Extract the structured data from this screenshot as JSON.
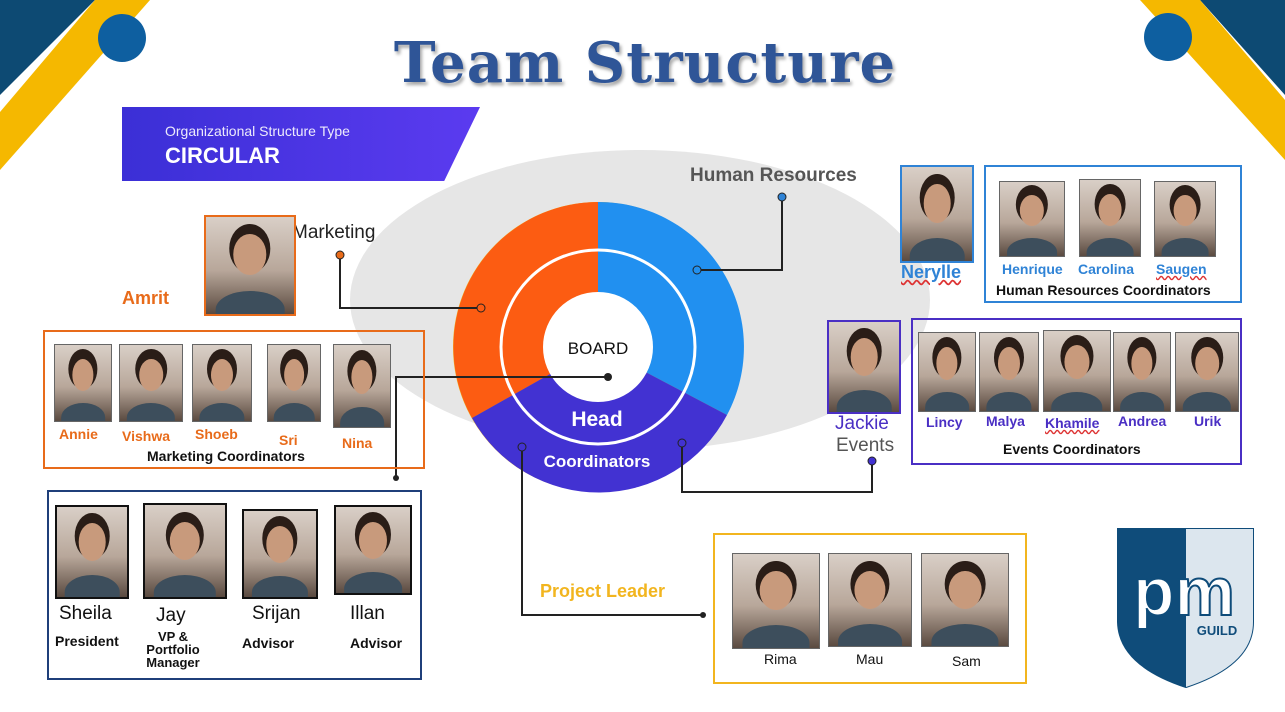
{
  "title": "Team Structure",
  "banner": {
    "subtitle": "Organizational Structure Type",
    "type": "CIRCULAR"
  },
  "center": {
    "board": "BOARD",
    "head": "Head",
    "coordinators": "Coordinators"
  },
  "segments": {
    "marketing": {
      "label": "Marketing",
      "color": "#fc5c12"
    },
    "hr": {
      "label": "Human Resources",
      "color": "#2190f0"
    },
    "events": {
      "label": "Events",
      "color": "#4232d2"
    },
    "project": {
      "label": "Project Leader",
      "color": "#f2b51f"
    }
  },
  "marketing": {
    "lead": "Amrit",
    "coordinators_title": "Marketing Coordinators",
    "members": [
      "Annie",
      "Vishwa",
      "Shoeb",
      "Sri",
      "Nina"
    ]
  },
  "hr": {
    "lead": "Nerylle",
    "coordinators_title": "Human Resources Coordinators",
    "members": [
      "Henrique",
      "Carolina",
      "Saugen"
    ]
  },
  "events": {
    "lead": "Jackie",
    "coordinators_title": "Events Coordinators",
    "members": [
      "Lincy",
      "Malya",
      "Khamile",
      "Andrea",
      "Urik"
    ]
  },
  "board_members": [
    {
      "name": "Sheila",
      "role": "President"
    },
    {
      "name": "Jay",
      "role": "VP & Portfolio Manager"
    },
    {
      "name": "Srijan",
      "role": "Advisor"
    },
    {
      "name": "Illan",
      "role": "Advisor"
    }
  ],
  "project_leaders": [
    "Rima",
    "Mau",
    "Sam"
  ],
  "logo": {
    "mark": "pm",
    "text": "GUILD"
  },
  "colors": {
    "navy": "#0d4a73",
    "yellow": "#f5b800",
    "title": "#2f5597"
  }
}
